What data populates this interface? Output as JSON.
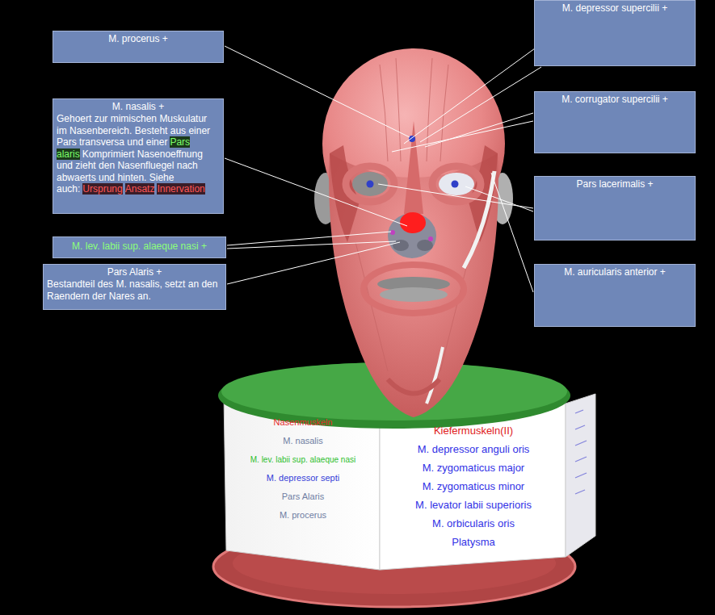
{
  "diagram": {
    "nodes": [
      {
        "text": [
          "M. procerus +"
        ]
      },
      {
        "text": [
          "M. depressor supercilii +"
        ]
      },
      {
        "text": [
          "M. nasalis +",
          "Gehoert zur mimischen Muskulatur im Nasenbereich. Besteht aus einer Pars transversa und einer",
          "Pars alaris",
          "Komprimiert Nasenoeffnung und zieht den Nasenfluegel nach abwaerts und hinten. Siehe auch:",
          "Ursprung",
          "Ansatz",
          "Innervation"
        ]
      },
      {
        "text": [
          "M. corrugator supercilii +"
        ]
      },
      {
        "text": [
          "Pars lacerimalis +"
        ]
      },
      {
        "text": [
          "M. lev. labii sup. alaeque nasi +"
        ]
      },
      {
        "text": [
          "Pars Alaris +",
          "Bestandteil des M. nasalis, setzt an den Raendern der Nares an."
        ]
      },
      {
        "text": [
          "M. auricularis anterior +"
        ]
      },
      {
        "text": [
          "Nasenmuskeln",
          "M. nasalis",
          "M. lev. labii sup. alaeque nasi",
          "M. depressor septi",
          "Pars Alaris",
          "M. procerus"
        ]
      },
      {
        "text": [
          "Kiefermuskeln(II)",
          "M. depressor anguli oris",
          "M. zygomaticus major",
          "M. zygomaticus minor",
          "M. levator labii superioris",
          "M. orbicularis oris",
          "Platysma"
        ]
      }
    ]
  }
}
